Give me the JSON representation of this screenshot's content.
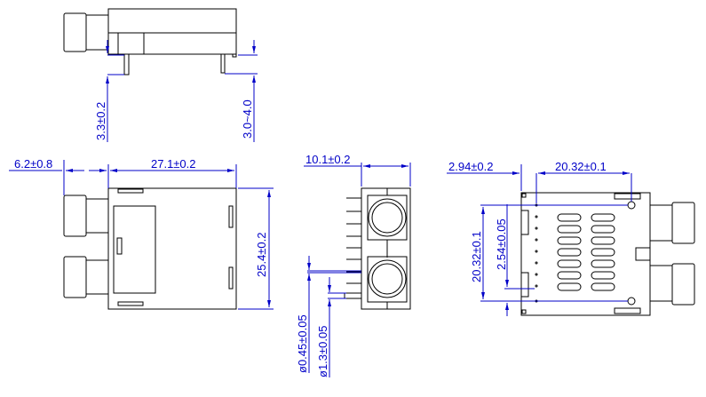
{
  "title": "Dual optical transceiver mechanical drawing",
  "dimensions": {
    "top_view": {
      "pin_length": "3.3±0.2",
      "standoff": "3.0~4.0"
    },
    "front_view": {
      "connector_protrusion": "6.2±0.8",
      "body_length": "27.1±0.2",
      "body_width": "25.4±0.2"
    },
    "side_view": {
      "height": "10.1±0.2",
      "pin_diameter": "ø0.45±0.05",
      "post_diameter": "ø1.3±0.05"
    },
    "bottom_view": {
      "edge_offset": "2.94±0.2",
      "hole_spacing_x": "20.32±0.1",
      "hole_spacing_y": "20.32±0.1",
      "pin_pitch": "2.54±0.05"
    }
  },
  "colors": {
    "outline": "#000000",
    "dimension": "#0000c8"
  }
}
